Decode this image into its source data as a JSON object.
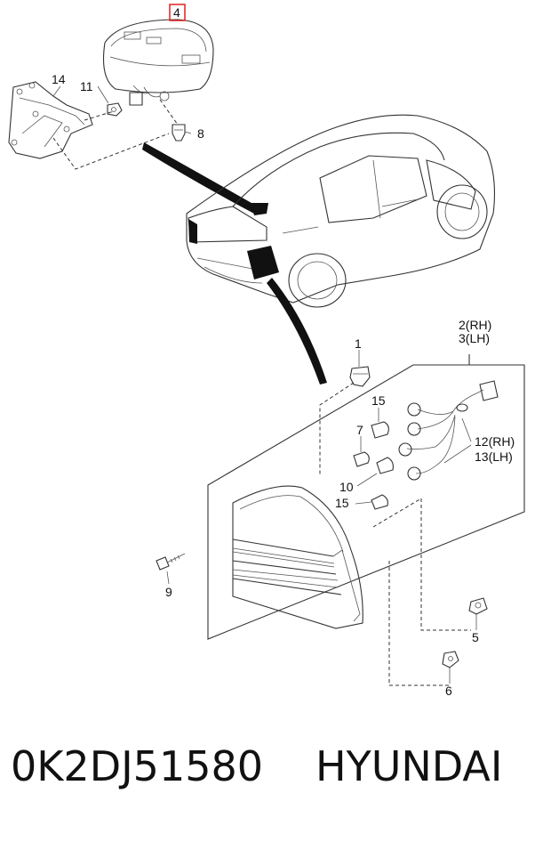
{
  "callouts": {
    "c1": "1",
    "c2": "2(RH)",
    "c3": "3(LH)",
    "c4": "4",
    "c5": "5",
    "c6": "6",
    "c7": "7",
    "c8": "8",
    "c9": "9",
    "c10": "10",
    "c11": "11",
    "c12": "12(RH)",
    "c13": "13(LH)",
    "c14": "14",
    "c15a": "15",
    "c15b": "15"
  },
  "footer": {
    "part_number": "0K2DJ51580",
    "brand": "HYUNDAI"
  },
  "colors": {
    "highlight_box": "#e0201c",
    "line": "#333333"
  }
}
